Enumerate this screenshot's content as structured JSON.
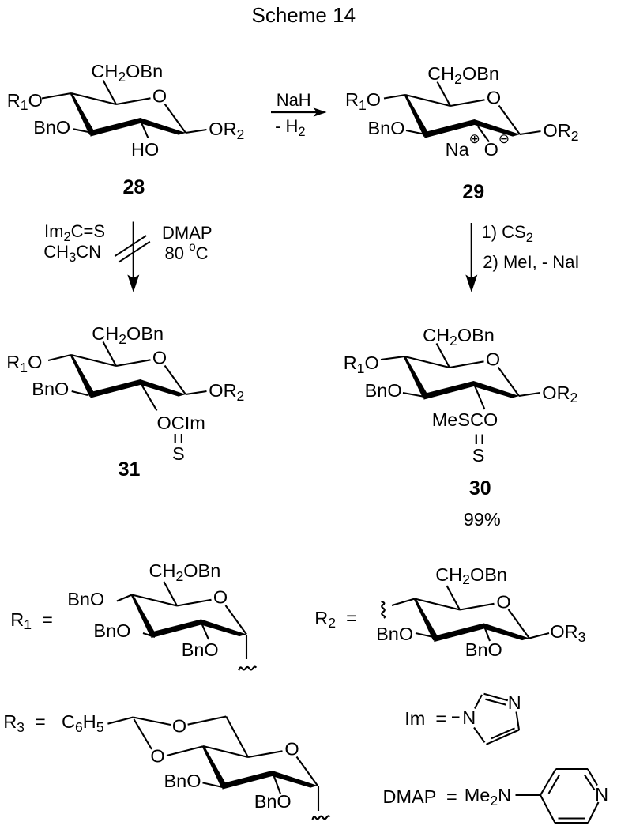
{
  "title": "Scheme 14",
  "compounds": {
    "c28": {
      "number": "28",
      "ring_o": "O",
      "substituents": {
        "c6": "CH~2~OBn",
        "c4": "R~1~O",
        "c3": "BnO",
        "c2": "HO",
        "c1": "OR~2~"
      }
    },
    "c29": {
      "number": "29",
      "ring_o": "O",
      "substituents": {
        "c6": "CH~2~OBn",
        "c4": "R~1~O",
        "c3": "BnO",
        "c2_cation": "Na^⊕^",
        "c2_alkoxide": "O^⊖^",
        "c1": "OR~2~"
      }
    },
    "c31": {
      "number": "31",
      "ring_o": "O",
      "substituents": {
        "c6": "CH~2~OBn",
        "c4": "R~1~O",
        "c3": "BnO",
        "c2": "OCIm",
        "c2_sulfur": "S",
        "c1": "OR~2~"
      }
    },
    "c30": {
      "number": "30",
      "yield": "99%",
      "ring_o": "O",
      "substituents": {
        "c6": "CH~2~OBn",
        "c4": "R~1~O",
        "c3": "BnO",
        "c2": "MeSCO",
        "c2_sulfur": "S",
        "c1": "OR~2~"
      }
    }
  },
  "reactions": {
    "r28_29": {
      "above": "NaH",
      "below": "- H~2~"
    },
    "r28_31": {
      "left_line1": "Im~2~C=S",
      "left_line2": "CH~3~CN",
      "right_line1": "DMAP",
      "right_line2": "80 ^o^C",
      "crossed_out": true
    },
    "r29_30": {
      "step1": "1) CS~2~",
      "step2": "2) MeI, - NaI"
    }
  },
  "legend": {
    "r1": {
      "lhs": "R~1~  =",
      "ring_o": "O",
      "substituents": {
        "c6": "CH~2~OBn",
        "c4": "BnO",
        "c3": "BnO",
        "c2": "BnO"
      }
    },
    "r2": {
      "lhs": "R~2~  =",
      "ring_o": "O",
      "substituents": {
        "c6": "CH~2~OBn",
        "c3": "BnO",
        "c2": "BnO",
        "c1": "OR~3~"
      }
    },
    "r3": {
      "lhs": "R~3~  =",
      "ring_o": "O",
      "acetal_o_top": "O",
      "acetal_o_bottom": "O",
      "substituents": {
        "phenyl": "C~6~H~5~",
        "c3": "BnO",
        "c2": "BnO"
      }
    },
    "im": {
      "lhs": "Im  =",
      "n1": "N",
      "n3": "N"
    },
    "dmap": {
      "lhs": "DMAP  =",
      "amine": "Me~2~N",
      "ring_n": "N"
    }
  },
  "colors": {
    "ink": "#000000",
    "background": "#ffffff"
  }
}
